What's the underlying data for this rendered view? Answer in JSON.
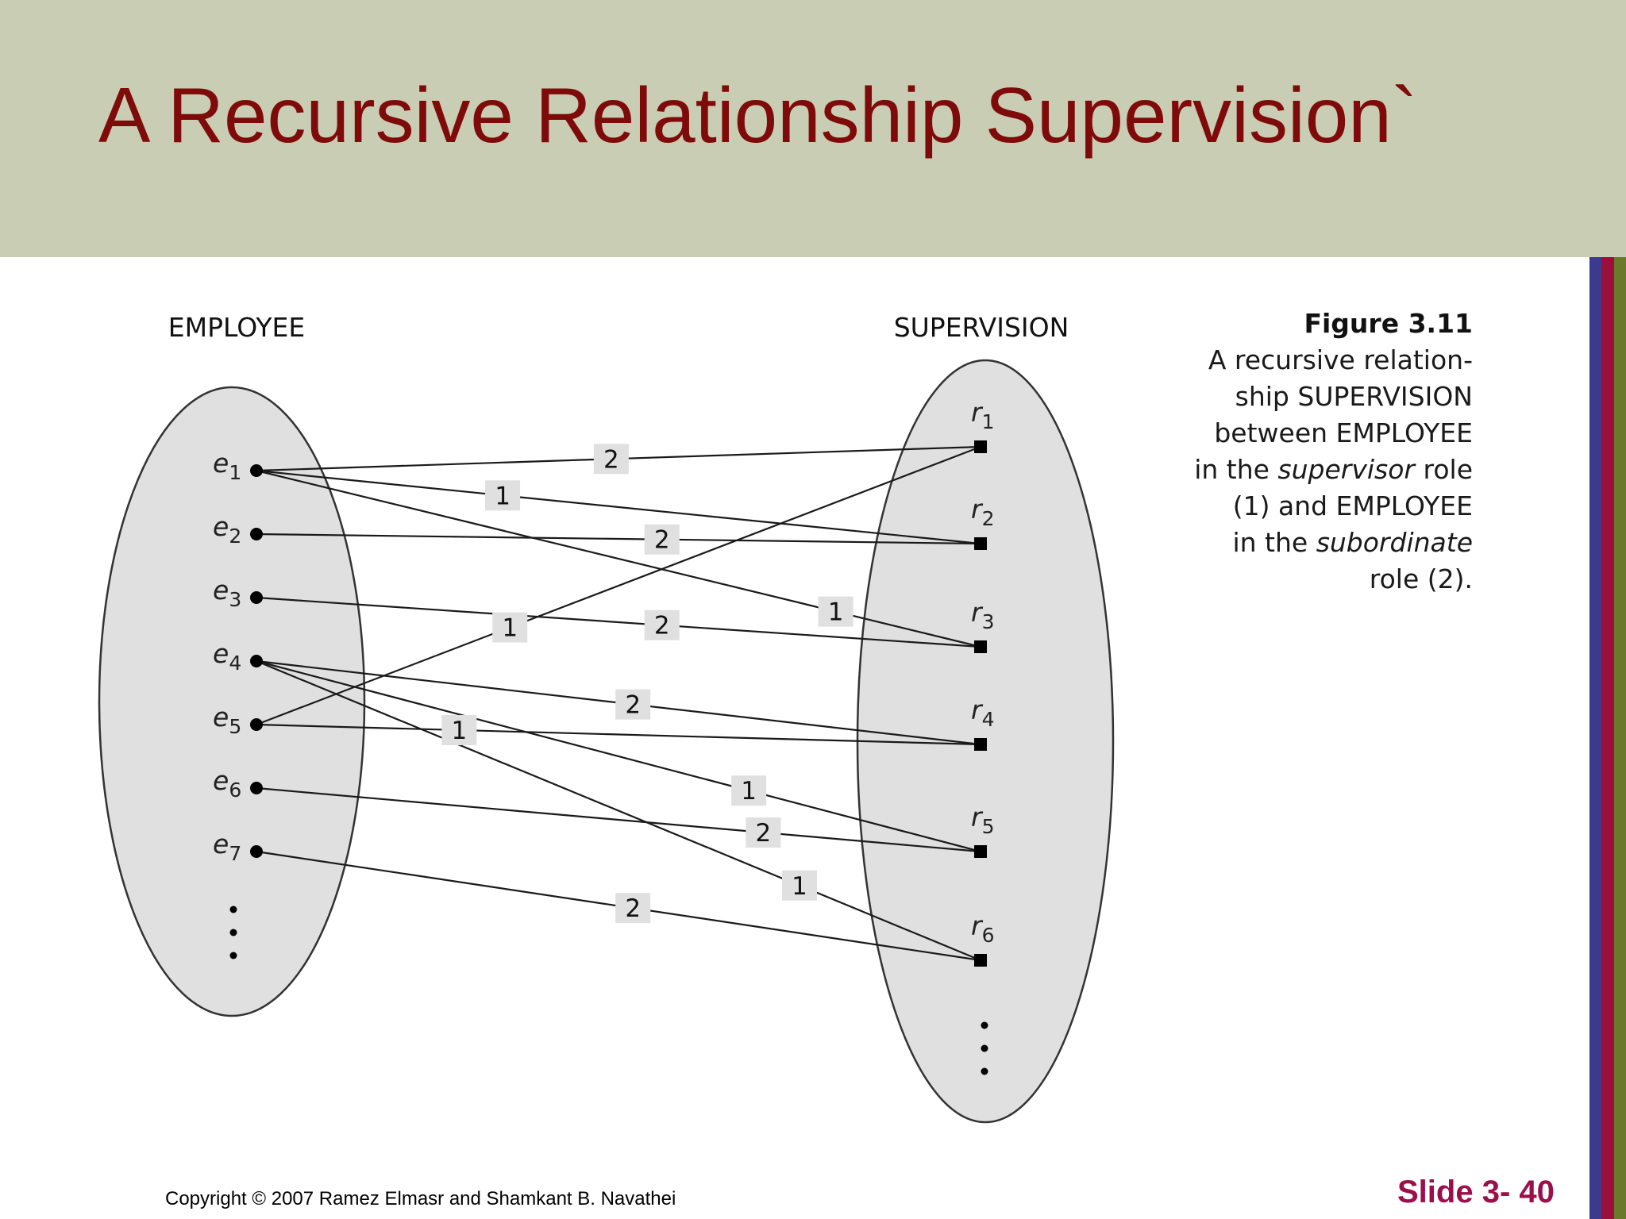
{
  "slide": {
    "title": "A Recursive Relationship Supervision`",
    "copyright": "Copyright © 2007 Ramez Elmasr and Shamkant B. Navathei",
    "slide_number": "Slide 3- 40",
    "colors": {
      "header_bg": "#c8cdb3",
      "title_text": "#7f0a0a",
      "slide_number_text": "#9b0f4b",
      "stripes": [
        "#3b3a8f",
        "#9b0f3b",
        "#6b7a2a"
      ]
    }
  },
  "diagram": {
    "employee_label": "EMPLOYEE",
    "supervision_label": "SUPERVISION",
    "employees": [
      {
        "id": "e1",
        "base": "e",
        "sub": "1"
      },
      {
        "id": "e2",
        "base": "e",
        "sub": "2"
      },
      {
        "id": "e3",
        "base": "e",
        "sub": "3"
      },
      {
        "id": "e4",
        "base": "e",
        "sub": "4"
      },
      {
        "id": "e5",
        "base": "e",
        "sub": "5"
      },
      {
        "id": "e6",
        "base": "e",
        "sub": "6"
      },
      {
        "id": "e7",
        "base": "e",
        "sub": "7"
      }
    ],
    "relationships": [
      {
        "id": "r1",
        "base": "r",
        "sub": "1"
      },
      {
        "id": "r2",
        "base": "r",
        "sub": "2"
      },
      {
        "id": "r3",
        "base": "r",
        "sub": "3"
      },
      {
        "id": "r4",
        "base": "r",
        "sub": "4"
      },
      {
        "id": "r5",
        "base": "r",
        "sub": "5"
      },
      {
        "id": "r6",
        "base": "r",
        "sub": "6"
      }
    ],
    "links": [
      {
        "from": "e1",
        "to": "r1",
        "role": "2"
      },
      {
        "from": "e1",
        "to": "r2",
        "role": "1"
      },
      {
        "from": "e1",
        "to": "r3",
        "role": "1"
      },
      {
        "from": "e2",
        "to": "r2",
        "role": "2"
      },
      {
        "from": "e3",
        "to": "r3",
        "role": "2"
      },
      {
        "from": "e4",
        "to": "r4",
        "role": "2"
      },
      {
        "from": "e4",
        "to": "r5",
        "role": "1"
      },
      {
        "from": "e4",
        "to": "r6",
        "role": "1"
      },
      {
        "from": "e5",
        "to": "r1",
        "role": "1"
      },
      {
        "from": "e5",
        "to": "r4",
        "role": "1"
      },
      {
        "from": "e6",
        "to": "r5",
        "role": "2"
      },
      {
        "from": "e7",
        "to": "r6",
        "role": "2"
      }
    ]
  },
  "caption": {
    "figure_label": "Figure 3.11",
    "line1": "A recursive relation-",
    "line2": "ship SUPERVISION",
    "line3": "between EMPLOYEE",
    "line4_pre": "in the ",
    "line4_em": "supervisor",
    "line4_post": " role",
    "line5": "(1) and EMPLOYEE",
    "line6_pre": "in the ",
    "line6_em": "subordinate",
    "line7": "role (2)."
  }
}
